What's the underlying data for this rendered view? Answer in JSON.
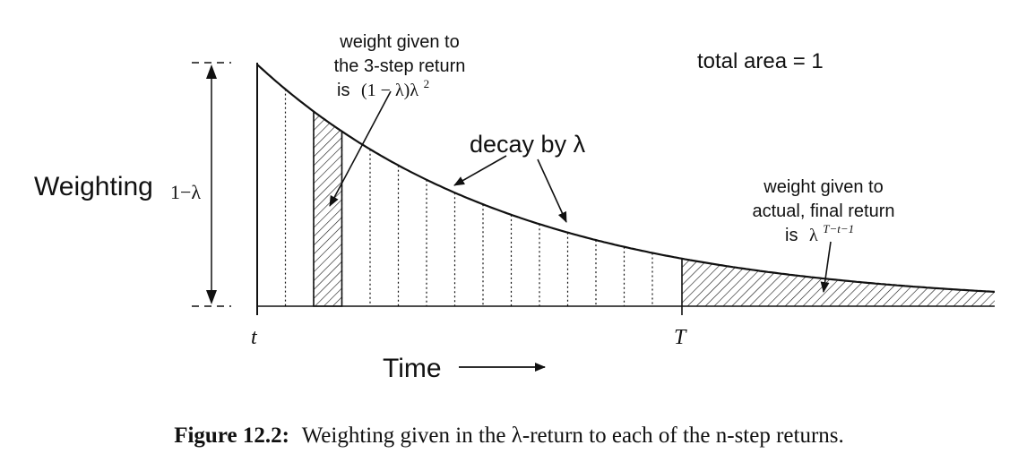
{
  "diagram": {
    "y_axis_label": "Weighting",
    "y_magnitude_label": "1−λ",
    "x_tick_start": "t",
    "x_tick_end": "T",
    "x_axis_label": "Time",
    "total_area_label": "total area = 1",
    "decay_label": "decay by λ",
    "three_step_annotation": {
      "line1": "weight given to",
      "line2": "the 3-step return",
      "line3_prefix": "is",
      "line3_math": "(1 − λ)λ",
      "line3_exponent": "2"
    },
    "final_annotation": {
      "line1": "weight given to",
      "line2": "actual, final return",
      "line3_prefix": "is",
      "line3_math": "λ",
      "line3_exponent": "T−t−1"
    }
  },
  "caption": {
    "label": "Figure 12.2:",
    "text": "Weighting given in the λ-return to each of the n-step returns."
  },
  "colors": {
    "ink": "#111111",
    "background": "#ffffff"
  }
}
